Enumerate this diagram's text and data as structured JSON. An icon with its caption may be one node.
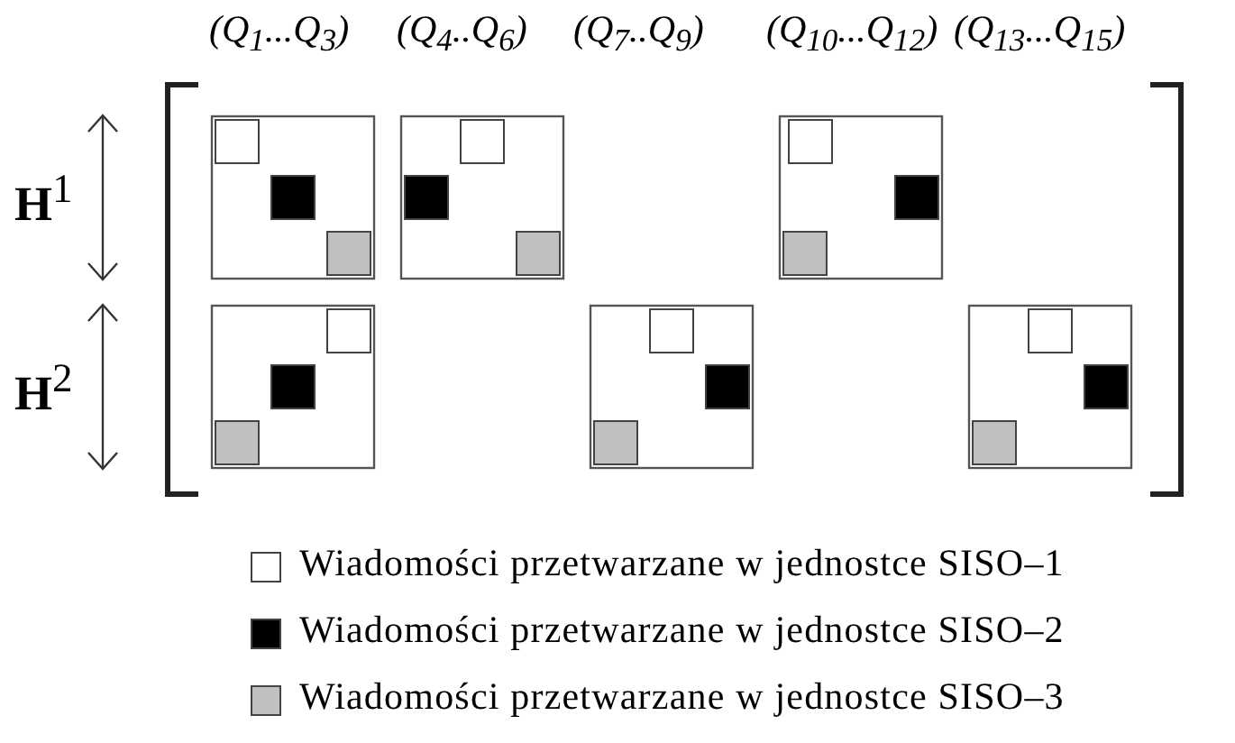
{
  "diagram": {
    "labels": [
      "(Q$_{1}$...Q$_{3}$)",
      "(Q$_{4}$..Q$_{6}$)",
      "(Q$_{7}$..Q$_{9}$)",
      "(Q$_{10}$...Q$_{12}$)",
      "(Q$_{13}$...Q$_{15}$)",
      "**H**$^{1}$",
      "**H**$^{2}$"
    ],
    "legend": [
      {
        "text": "Wiadomości przetwarzane w jednostce SISO–1",
        "color": "#ffffff"
      },
      {
        "text": "Wiadomości przetwarzane w jednostce SISO–2",
        "color": "#000000"
      },
      {
        "text": "Wiadomości przetwarzane w jednostce SISO–3",
        "color": "#c0c0c0"
      }
    ]
  }
}
